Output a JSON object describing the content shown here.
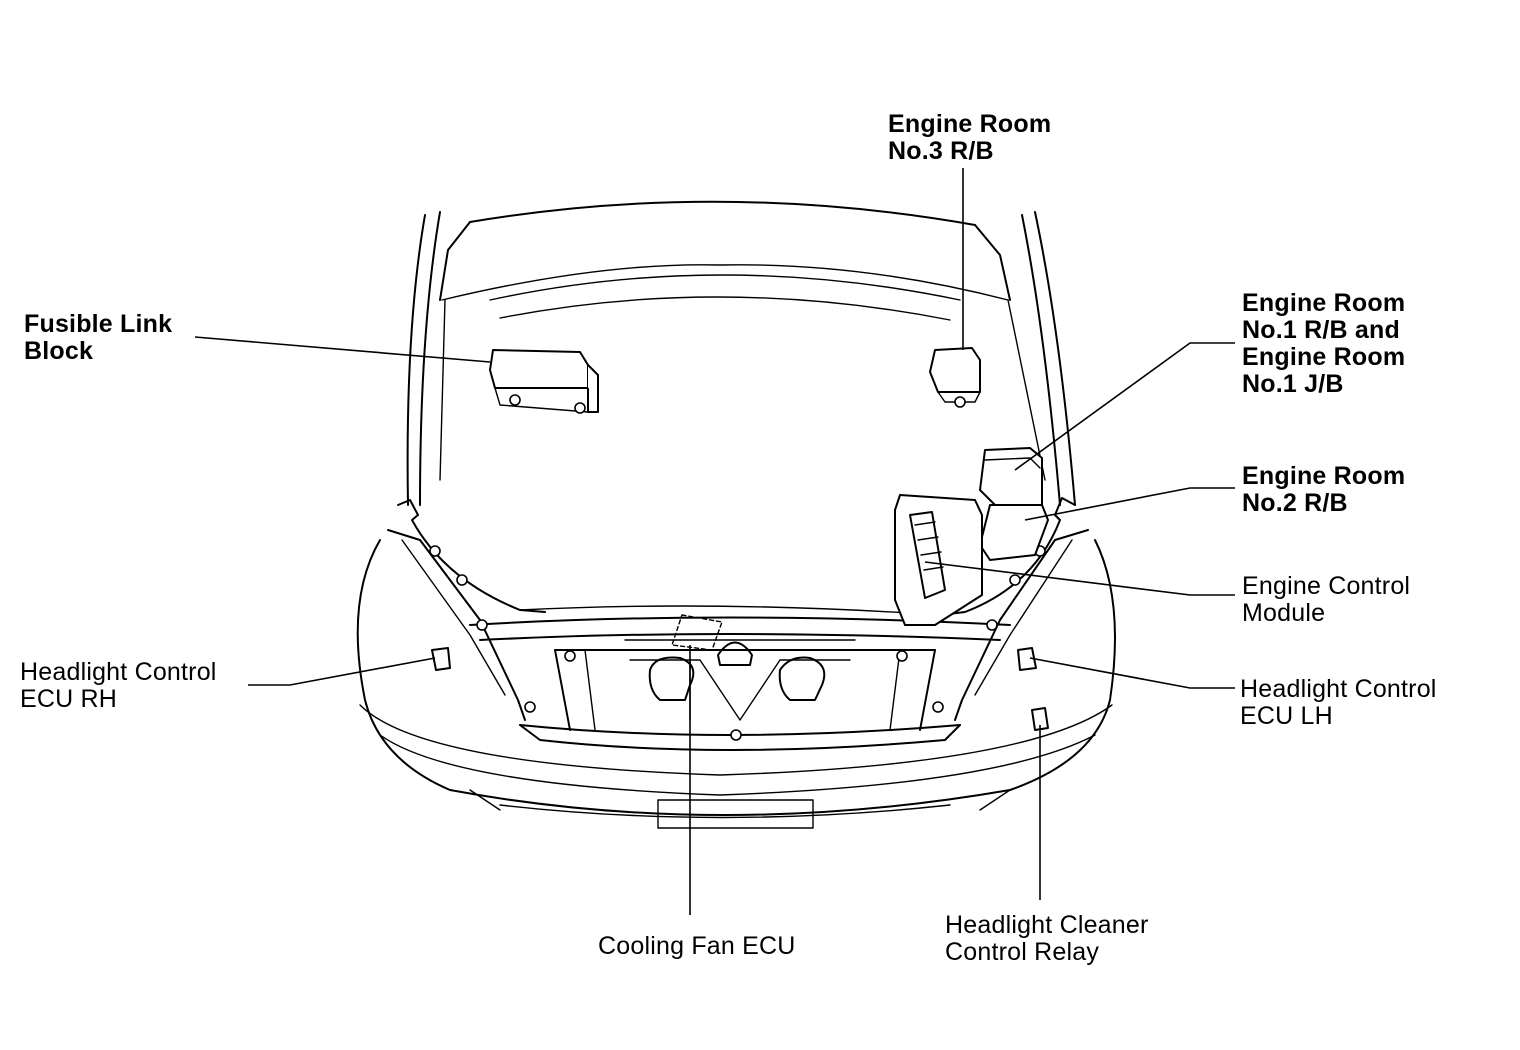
{
  "labels": {
    "fusible_link_block": [
      "Fusible Link",
      "Block"
    ],
    "engine_room_no3_rb": [
      "Engine Room",
      "No.3 R/B"
    ],
    "engine_room_no1_rb_jb": [
      "Engine Room",
      "No.1 R/B and",
      "Engine Room",
      "No.1 J/B"
    ],
    "engine_room_no2_rb": [
      "Engine Room",
      "No.2 R/B"
    ],
    "engine_control_module": [
      "Engine Control",
      "Module"
    ],
    "headlight_control_ecu_rh": [
      "Headlight Control",
      "ECU RH"
    ],
    "headlight_control_ecu_lh": [
      "Headlight Control",
      "ECU LH"
    ],
    "cooling_fan_ecu": [
      "Cooling Fan ECU"
    ],
    "headlight_cleaner_control_relay": [
      "Headlight Cleaner",
      "Control Relay"
    ]
  },
  "colors": {
    "ink": "#000000",
    "paper": "#ffffff"
  }
}
